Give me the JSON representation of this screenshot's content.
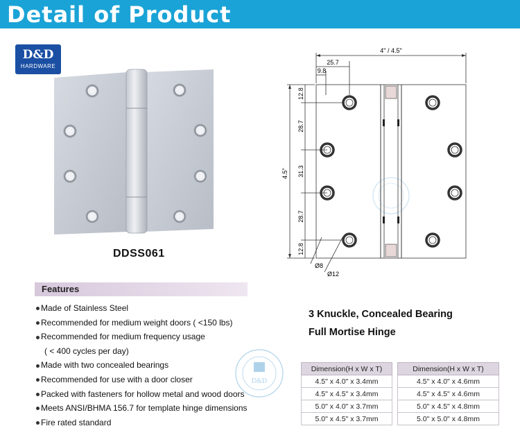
{
  "banner": {
    "title": "Detail of Product"
  },
  "logo": {
    "main": "D&D",
    "sub": "HARDWARE",
    "watermark_main": "D&D"
  },
  "product": {
    "model": "DDSS061"
  },
  "drawing": {
    "dims": {
      "width": "4\" / 4.5\"",
      "d1": "25.7",
      "d2": "9.8",
      "height": "4.5\"",
      "v1": "12.8",
      "v2": "28.7",
      "v3": "31.3",
      "v4": "28.7",
      "v5": "12.8",
      "hole_small": "Ø8",
      "hole_large": "Ø12"
    }
  },
  "features": {
    "heading": "Features",
    "items": [
      "Made of Stainless Steel",
      "Recommended for medium weight doors ( <150 lbs)",
      "Recommended for medium frequency usage",
      "( < 400 cycles per day)",
      "Made with two concealed bearings",
      "Recommended for use with a door closer",
      "Packed with fasteners for hollow metal and wood doors",
      "Meets ANSI/BHMA 156.7 for template hinge dimensions",
      "Fire rated standard"
    ]
  },
  "hinge_type": {
    "line1": "3 Knuckle, Concealed Bearing",
    "line2": "Full Mortise Hinge"
  },
  "tables": {
    "left": {
      "header": "Dimension(H x W x T)",
      "rows": [
        "4.5\" x 4.0\" x 3.4mm",
        "4.5\" x 4.5\" x 3.4mm",
        "5.0\" x 4.0\" x 3.7mm",
        "5.0\" x 4.5\" x 3.7mm"
      ]
    },
    "right": {
      "header": "Dimension(H x W x T)",
      "rows": [
        "4.5\" x 4.0\" x 4.6mm",
        "4.5\" x 4.5\" x 4.6mm",
        "5.0\" x 4.5\" x 4.8mm",
        "5.0\" x 5.0\" x 4.8mm"
      ]
    }
  }
}
